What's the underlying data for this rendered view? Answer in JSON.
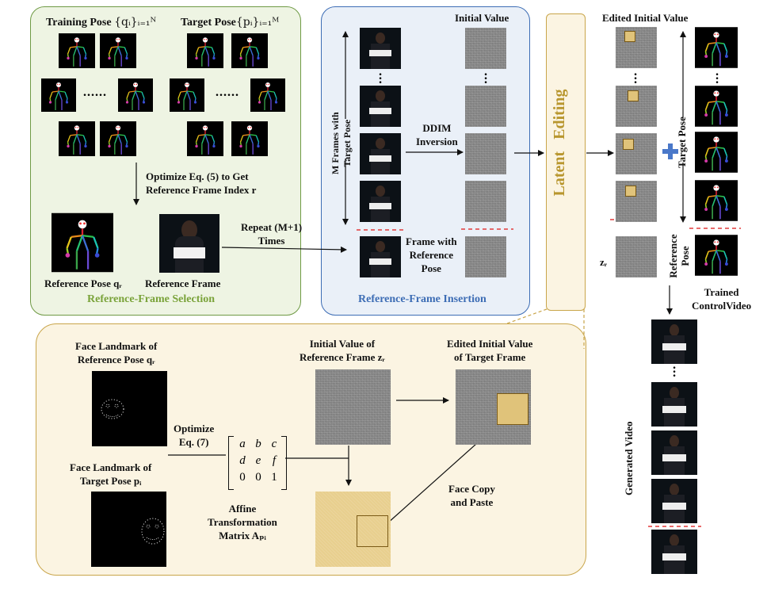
{
  "selection": {
    "training_pose_prefix": "Training Pose",
    "training_pose_set": "{qᵢ}ᵢ₌₁ᴺ",
    "target_pose_prefix": "Target Pose",
    "target_pose_set": "{pᵢ}ᵢ₌₁ᴹ",
    "dots": "......",
    "optimize_line1": "Optimize Eq. (5) to Get",
    "optimize_line2": "Reference Frame Index r",
    "reference_pose": "Reference Pose qᵣ",
    "reference_frame": "Reference  Frame",
    "title": "Reference-Frame Selection",
    "title_color": "#7aa33a"
  },
  "repeat": {
    "line1": "Repeat (M+1)",
    "line2": "Times"
  },
  "insertion": {
    "m_frames_line1": "M Frames with",
    "m_frames_line2": "Target Pose",
    "initial_value": "Initial Value",
    "ddim_line1": "DDIM",
    "ddim_line2": "Inversion",
    "frame_ref_line1": "Frame with",
    "frame_ref_line2": "Reference",
    "frame_ref_line3": "Pose",
    "title": "Reference-Frame Insertion",
    "title_color": "#3d6db5"
  },
  "latent_editing": {
    "text": "Latent   Editing",
    "color": "#b8962e"
  },
  "edited": {
    "title": "Edited Initial Value",
    "target_pose": "Target Pose",
    "zr": "zᵣ",
    "reference_pose": "Reference Pose",
    "trained": "Trained",
    "control_video": "ControlVideo",
    "generated_video": "Generated Video"
  },
  "bottom": {
    "face_ref_line1": "Face Landmark of",
    "face_ref_line2": "Reference Pose qᵣ",
    "face_tgt_line1": "Face Landmark of",
    "face_tgt_line2": "Target Pose  pᵢ",
    "optimize_line1": "Optimize",
    "optimize_line2": "Eq. (7)",
    "matrix": [
      "a",
      "b",
      "c",
      "d",
      "e",
      "f",
      "0",
      "0",
      "1"
    ],
    "affine_line1": "Affine",
    "affine_line2": "Transformation",
    "affine_line3": "Matrix  Aₚᵢ",
    "init_ref_line1": "Initial Value of",
    "init_ref_line2": "Reference Frame zᵣ",
    "edited_tgt_line1": "Edited Initial Value",
    "edited_tgt_line2": "of  Target Frame",
    "face_copy_line1": "Face Copy",
    "face_copy_line2": "and Paste"
  },
  "colors": {
    "green_panel_fill": "#eef4e3",
    "green_panel_border": "#6f9a45",
    "blue_panel_fill": "#eaf0f8",
    "blue_panel_border": "#3d6db5",
    "gold_panel_fill": "#fbf4e2",
    "gold_panel_border": "#c9a54a",
    "patch_gold": "#e0c37a",
    "patch_border": "#7a5a16",
    "dashed_red": "#e23a3a"
  }
}
